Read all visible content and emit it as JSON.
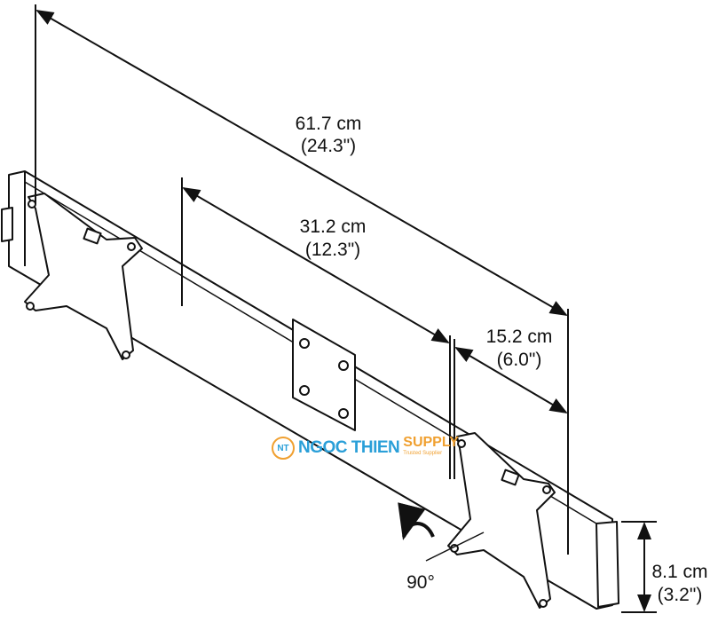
{
  "dimensions": {
    "overall": {
      "metric": "61.7 cm",
      "imperial": "(24.3\")"
    },
    "inner": {
      "metric": "31.2 cm",
      "imperial": "(12.3\")"
    },
    "offset": {
      "metric": "15.2 cm",
      "imperial": "(6.0\")"
    },
    "height": {
      "metric": "8.1 cm",
      "imperial": "(3.2\")"
    }
  },
  "rotation": {
    "label": "90°",
    "icon": "rotate-arrow-icon"
  },
  "watermark": {
    "brand": "NGOC THIEN",
    "brand2": "SUPPLY",
    "tagline": "Trusted Supplier",
    "logo": "NT"
  },
  "colors": {
    "line": "#111111",
    "fill": "#ffffff",
    "watermark_blue": "#2a9fd8",
    "watermark_orange": "#f0a030"
  }
}
